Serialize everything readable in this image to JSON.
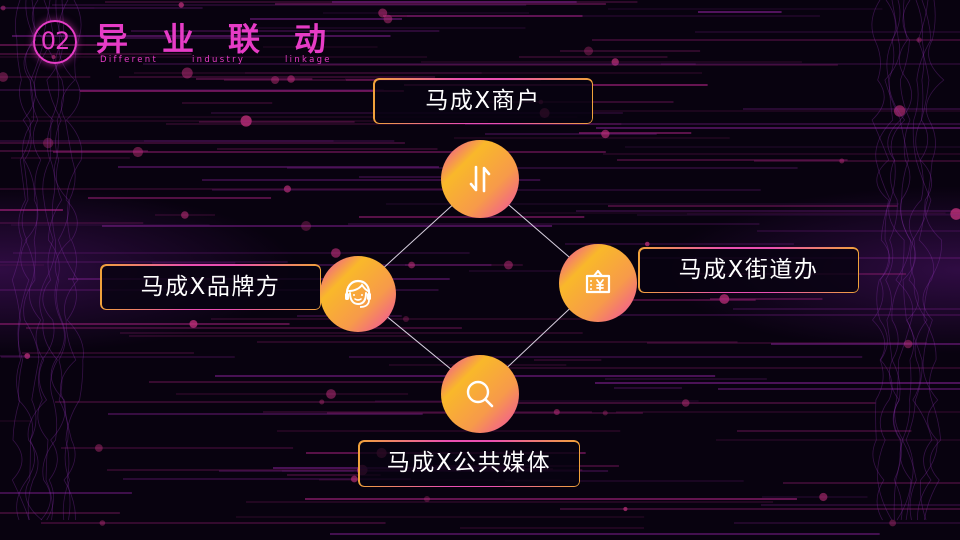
{
  "header": {
    "number": "02",
    "title": "异业联动",
    "subtitle_words": [
      "Different",
      "industry",
      "linkage"
    ]
  },
  "diagram": {
    "nodes": [
      {
        "id": "top",
        "label": "马成X商户",
        "icon": "swap-arrows-icon"
      },
      {
        "id": "right",
        "label": "马成X街道办",
        "icon": "yuan-wallet-icon"
      },
      {
        "id": "bottom",
        "label": "马成X公共媒体",
        "icon": "search-icon"
      },
      {
        "id": "left",
        "label": "马成X品牌方",
        "icon": "customer-service-icon"
      }
    ]
  },
  "colors": {
    "accent_pink": "#e63cc6",
    "gradient_yellow": "#f9b82a",
    "gradient_pink": "#ee3fb0",
    "background": "#08020f"
  }
}
